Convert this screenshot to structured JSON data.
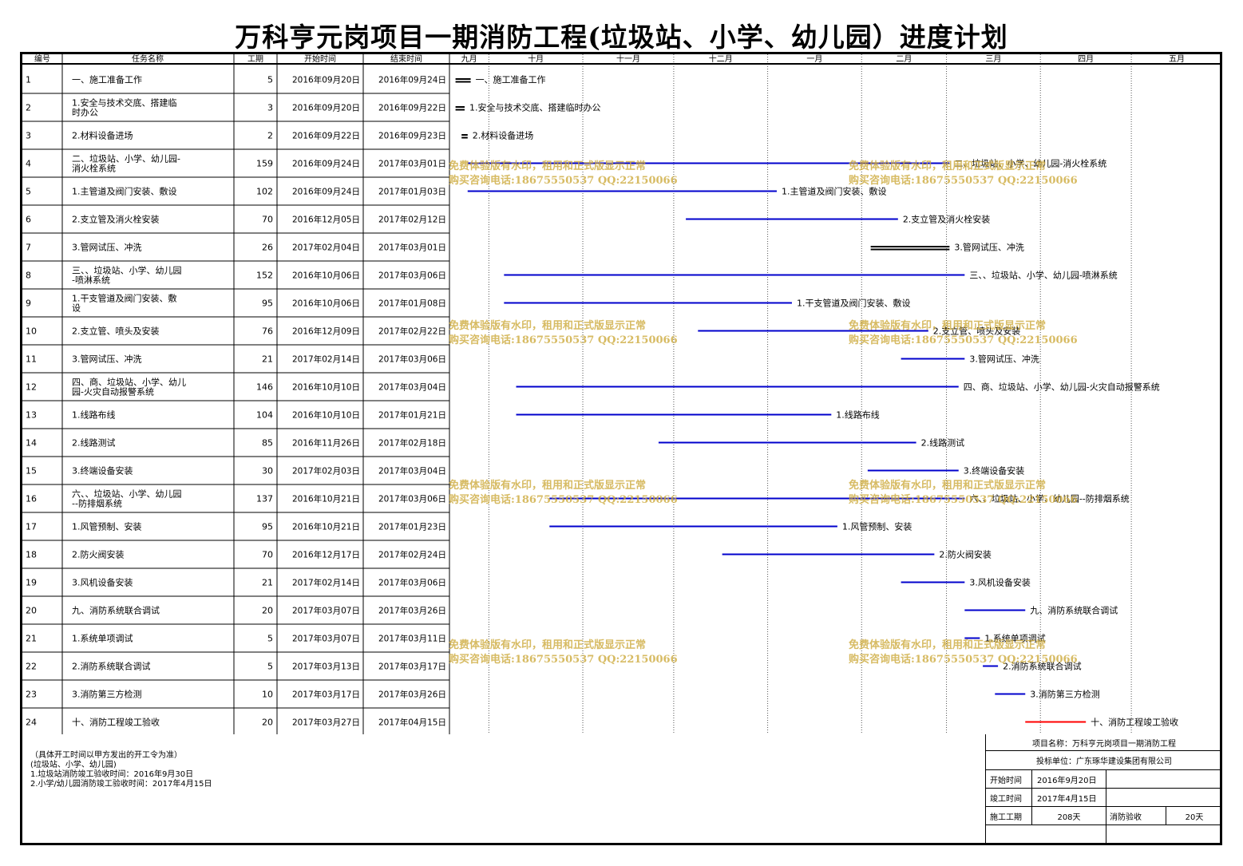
{
  "title": "万科亨元岗项目一期消防工程(垃圾站、小学、幼儿园）进度计划",
  "table": {
    "headers": {
      "id": "编号",
      "name": "任务名称",
      "duration": "工期",
      "start": "开始时间",
      "end": "结束时间"
    }
  },
  "chart_data": {
    "type": "gantt",
    "timeline_start": "2016-09-18",
    "timeline_end": "2017-05-31",
    "months": [
      {
        "label": "九月",
        "start": "2016-09-18",
        "end": "2016-10-01"
      },
      {
        "label": "十月",
        "start": "2016-10-01",
        "end": "2016-11-01"
      },
      {
        "label": "十一月",
        "start": "2016-11-01",
        "end": "2016-12-01"
      },
      {
        "label": "十二月",
        "start": "2016-12-01",
        "end": "2017-01-01"
      },
      {
        "label": "一月",
        "start": "2017-01-01",
        "end": "2017-02-01"
      },
      {
        "label": "二月",
        "start": "2017-02-01",
        "end": "2017-03-01"
      },
      {
        "label": "三月",
        "start": "2017-03-01",
        "end": "2017-04-01"
      },
      {
        "label": "四月",
        "start": "2017-04-01",
        "end": "2017-05-01"
      },
      {
        "label": "五月",
        "start": "2017-05-01",
        "end": "2017-05-31"
      }
    ],
    "tasks": [
      {
        "id": "1",
        "name": "一、施工准备工作",
        "duration": "5",
        "start": "2016年09月20日",
        "end": "2016年09月24日",
        "bar_start": "2016-09-20",
        "bar_end": "2016-09-24",
        "style": "summary-black"
      },
      {
        "id": "2",
        "name": "1.安全与技术交底、搭建临时办公",
        "duration": "3",
        "start": "2016年09月20日",
        "end": "2016年09月22日",
        "bar_start": "2016-09-20",
        "bar_end": "2016-09-22",
        "style": "summary-black"
      },
      {
        "id": "3",
        "name": "2.材料设备进场",
        "duration": "2",
        "start": "2016年09月22日",
        "end": "2016年09月23日",
        "bar_start": "2016-09-22",
        "bar_end": "2016-09-23",
        "style": "summary-black"
      },
      {
        "id": "4",
        "name": "二、垃圾站、小学、幼儿园-消火栓系统",
        "duration": "159",
        "start": "2016年09月24日",
        "end": "2017年03月01日",
        "bar_start": "2016-09-24",
        "bar_end": "2017-03-01",
        "style": "blue"
      },
      {
        "id": "5",
        "name": "1.主管道及阀门安装、敷设",
        "duration": "102",
        "start": "2016年09月24日",
        "end": "2017年01月03日",
        "bar_start": "2016-09-24",
        "bar_end": "2017-01-03",
        "style": "blue"
      },
      {
        "id": "6",
        "name": "2.支立管及消火栓安装",
        "duration": "70",
        "start": "2016年12月05日",
        "end": "2017年02月12日",
        "bar_start": "2016-12-05",
        "bar_end": "2017-02-12",
        "style": "blue"
      },
      {
        "id": "7",
        "name": "3.管网试压、冲洗",
        "duration": "26",
        "start": "2017年02月04日",
        "end": "2017年03月01日",
        "bar_start": "2017-02-04",
        "bar_end": "2017-03-01",
        "style": "summary-black"
      },
      {
        "id": "8",
        "name": "三、、垃圾站、小学、幼儿园-喷淋系统",
        "duration": "152",
        "start": "2016年10月06日",
        "end": "2017年03月06日",
        "bar_start": "2016-10-06",
        "bar_end": "2017-03-06",
        "style": "blue"
      },
      {
        "id": "9",
        "name": "1.干支管道及阀门安装、敷设",
        "duration": "95",
        "start": "2016年10月06日",
        "end": "2017年01月08日",
        "bar_start": "2016-10-06",
        "bar_end": "2017-01-08",
        "style": "blue"
      },
      {
        "id": "10",
        "name": "2.支立管、喷头及安装",
        "duration": "76",
        "start": "2016年12月09日",
        "end": "2017年02月22日",
        "bar_start": "2016-12-09",
        "bar_end": "2017-02-22",
        "style": "blue"
      },
      {
        "id": "11",
        "name": "3.管网试压、冲洗",
        "duration": "21",
        "start": "2017年02月14日",
        "end": "2017年03月06日",
        "bar_start": "2017-02-14",
        "bar_end": "2017-03-06",
        "style": "blue"
      },
      {
        "id": "12",
        "name": "四、商、垃圾站、小学、幼儿园-火灾自动报警系统",
        "duration": "146",
        "start": "2016年10月10日",
        "end": "2017年03月04日",
        "bar_start": "2016-10-10",
        "bar_end": "2017-03-04",
        "style": "blue"
      },
      {
        "id": "13",
        "name": "1.线路布线",
        "duration": "104",
        "start": "2016年10月10日",
        "end": "2017年01月21日",
        "bar_start": "2016-10-10",
        "bar_end": "2017-01-21",
        "style": "blue"
      },
      {
        "id": "14",
        "name": "2.线路测试",
        "duration": "85",
        "start": "2016年11月26日",
        "end": "2017年02月18日",
        "bar_start": "2016-11-26",
        "bar_end": "2017-02-18",
        "style": "blue"
      },
      {
        "id": "15",
        "name": "3.终端设备安装",
        "duration": "30",
        "start": "2017年02月03日",
        "end": "2017年03月04日",
        "bar_start": "2017-02-03",
        "bar_end": "2017-03-04",
        "style": "blue"
      },
      {
        "id": "16",
        "name": "六、、垃圾站、小学、幼儿园--防排烟系统",
        "duration": "137",
        "start": "2016年10月21日",
        "end": "2017年03月06日",
        "bar_start": "2016-10-21",
        "bar_end": "2017-03-06",
        "style": "blue"
      },
      {
        "id": "17",
        "name": "1.风管预制、安装",
        "duration": "95",
        "start": "2016年10月21日",
        "end": "2017年01月23日",
        "bar_start": "2016-10-21",
        "bar_end": "2017-01-23",
        "style": "blue"
      },
      {
        "id": "18",
        "name": "2.防火阀安装",
        "duration": "70",
        "start": "2016年12月17日",
        "end": "2017年02月24日",
        "bar_start": "2016-12-17",
        "bar_end": "2017-02-24",
        "style": "blue"
      },
      {
        "id": "19",
        "name": "3.风机设备安装",
        "duration": "21",
        "start": "2017年02月14日",
        "end": "2017年03月06日",
        "bar_start": "2017-02-14",
        "bar_end": "2017-03-06",
        "style": "blue"
      },
      {
        "id": "20",
        "name": "九、消防系统联合调试",
        "duration": "20",
        "start": "2017年03月07日",
        "end": "2017年03月26日",
        "bar_start": "2017-03-07",
        "bar_end": "2017-03-26",
        "style": "blue"
      },
      {
        "id": "21",
        "name": "1.系统单项调试",
        "duration": "5",
        "start": "2017年03月07日",
        "end": "2017年03月11日",
        "bar_start": "2017-03-07",
        "bar_end": "2017-03-11",
        "style": "blue"
      },
      {
        "id": "22",
        "name": "2.消防系统联合调试",
        "duration": "5",
        "start": "2017年03月13日",
        "end": "2017年03月17日",
        "bar_start": "2017-03-13",
        "bar_end": "2017-03-17",
        "style": "blue"
      },
      {
        "id": "23",
        "name": "3.消防第三方检测",
        "duration": "10",
        "start": "2017年03月17日",
        "end": "2017年03月26日",
        "bar_start": "2017-03-17",
        "bar_end": "2017-03-26",
        "style": "blue"
      },
      {
        "id": "24",
        "name": "十、消防工程竣工验收",
        "duration": "20",
        "start": "2017年03月27日",
        "end": "2017年04月15日",
        "bar_start": "2017-03-27",
        "bar_end": "2017-04-15",
        "style": "red"
      }
    ]
  },
  "notes": [
    "（具体开工时间以甲方发出的开工令为准）",
    "(垃圾站、小学、幼儿园)",
    "1.垃圾站消防竣工验收时间：2016年9月30日",
    "2.小学/幼儿园消防竣工验收时间：2017年4月15日"
  ],
  "info": {
    "project_label": "项目名称：",
    "project_value": "万科亨元岗项目一期消防工程",
    "bidder_label": "投标单位：",
    "bidder_value": "广东琢华建设集团有限公司",
    "start_label": "开始时间",
    "start_value": "2016年9月20日",
    "end_label": "竣工时间",
    "end_value": "2017年4月15日",
    "period_label": "施工工期",
    "period_value": "208天",
    "acceptance_label": "消防验收",
    "acceptance_value": "20天"
  },
  "watermark": {
    "line1": "免费体验版有水印，租用和正式版显示正常",
    "line2": "购买咨询电话:18675550537 QQ:22150066"
  },
  "colors": {
    "blue_bar": "#0000cc",
    "red_bar": "#ff0000",
    "black_bar": "#000000",
    "watermark": "#cdaa3c"
  }
}
